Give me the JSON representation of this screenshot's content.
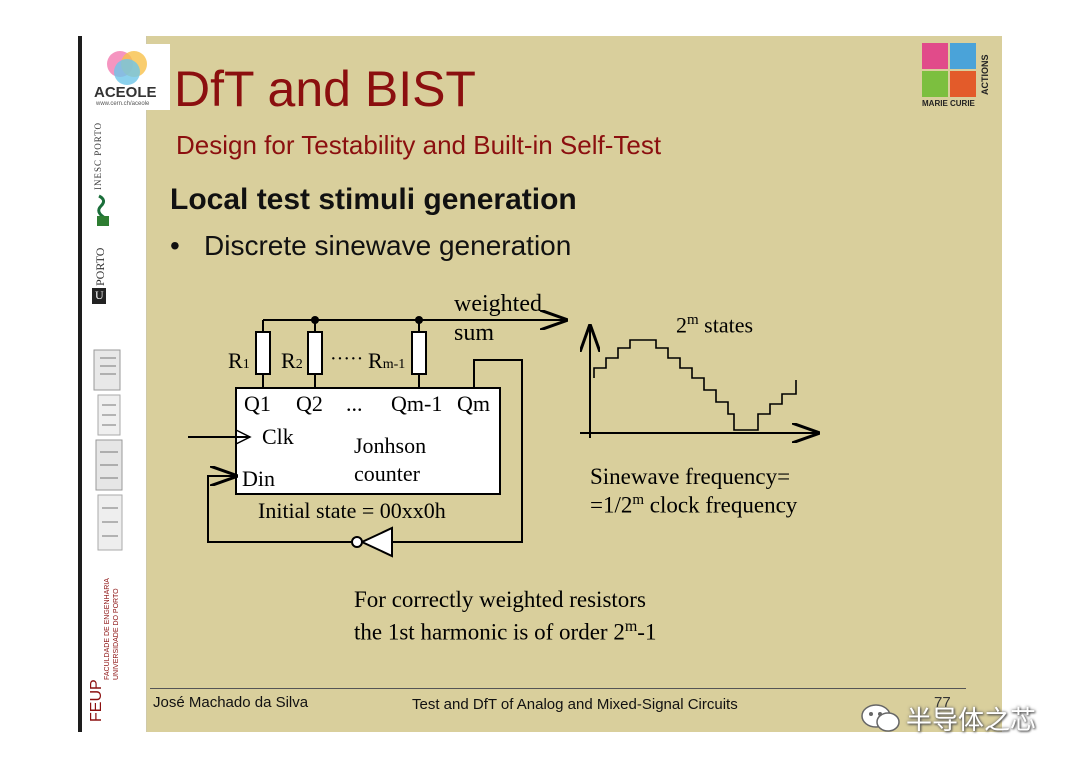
{
  "slide": {
    "title": "DfT and BIST",
    "subtitle": "Design for Testability and Built-in Self-Test",
    "section": "Local test stimuli generation",
    "bullet_mark": "•",
    "bullet": "Discrete sinewave generation"
  },
  "logos": {
    "aceole": "ACEOLE",
    "aceole_url": "www.cern.ch/aceole",
    "inesc": "INESC PORTO",
    "uporto": "PORTO",
    "uporto_u": "U",
    "feup": "FEUP",
    "feup_sub1": "FACULDADE DE ENGENHARIA",
    "feup_sub2": "UNIVERSIDADE DO PORTO",
    "marie_curie": "MARIE CURIE",
    "actions": "ACTIONS"
  },
  "diagram": {
    "weighted": "weighted",
    "sum": "sum",
    "r1": "R",
    "r1_sub": "1",
    "r2": "R",
    "r2_sub": "2",
    "dots": "·····",
    "rm": "R",
    "rm_sub": "m-1",
    "q1": "Q1",
    "q2": "Q2",
    "qdots": "...",
    "qm1": "Qm-1",
    "qm": "Qm",
    "clk": "Clk",
    "counter1": "Jonhson",
    "counter2": "counter",
    "din": "Din",
    "initial": "Initial state = 00xx0h",
    "states_base": "2",
    "states_exp": "m",
    "states_text": " states",
    "freq1": "Sinewave frequency=",
    "freq2_a": "=1/2",
    "freq2_exp": "m",
    "freq2_b": " clock frequency",
    "note1": "For correctly weighted resistors",
    "note2_a": "the 1st harmonic is of order 2",
    "note2_exp": "m",
    "note2_b": "-1"
  },
  "footer": {
    "author": "José Machado da Silva",
    "course": "Test and DfT of Analog and Mixed-Signal Circuits",
    "page": "77"
  },
  "watermark": {
    "text": "半导体之芯"
  },
  "colors": {
    "background": "#d9cf9c",
    "title": "#8b0f0f"
  }
}
